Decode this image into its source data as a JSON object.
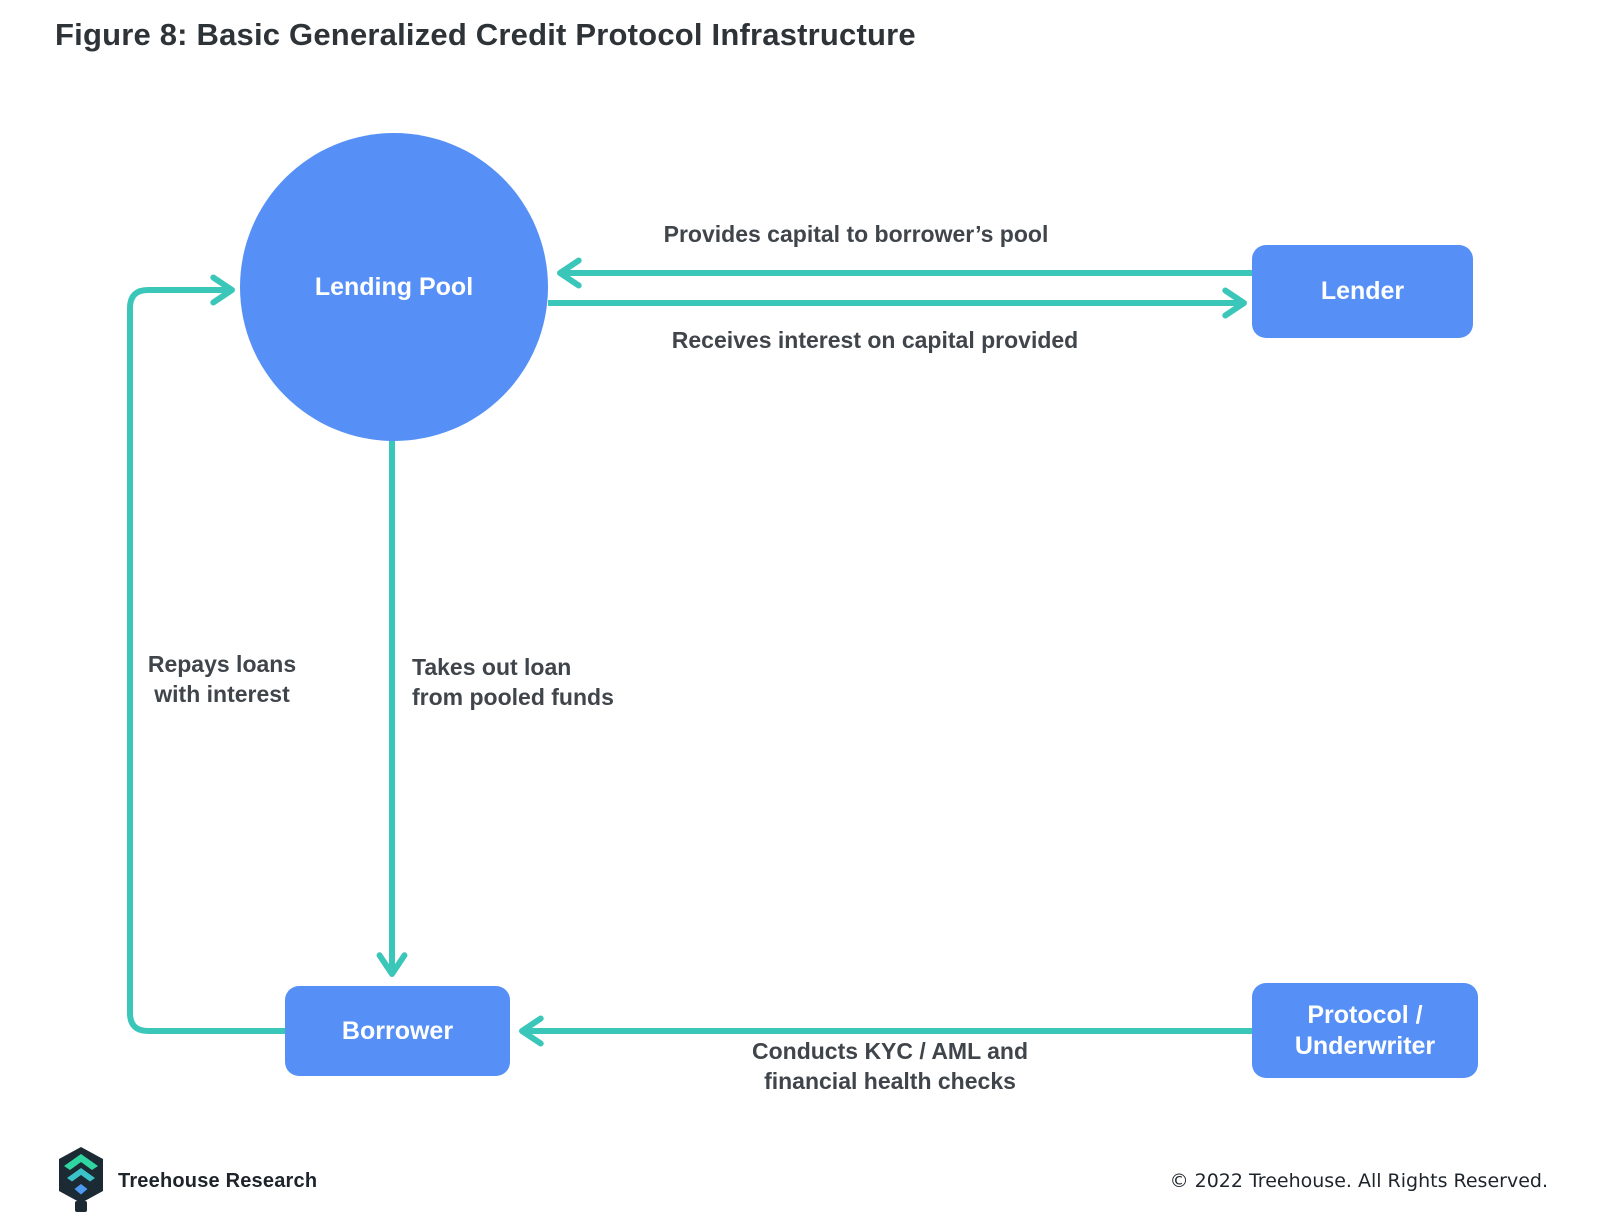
{
  "title": "Figure 8: Basic Generalized Credit Protocol Infrastructure",
  "colors": {
    "node_blue": "#5690F6",
    "arrow_teal": "#3AC6B8",
    "title_text": "#2E3338",
    "label_text": "#3F454B",
    "node_text": "#FFFFFF",
    "background": "#FFFFFF",
    "logo_dark": "#1C2A33",
    "logo_green": "#30D6A2",
    "logo_teal": "#3AC3C9",
    "logo_blue": "#4C9BF0",
    "footer_text": "#1E242B"
  },
  "nodes": {
    "lending_pool": {
      "label": "Lending Pool",
      "shape": "circle"
    },
    "lender": {
      "label": "Lender",
      "shape": "rounded-rect"
    },
    "borrower": {
      "label": "Borrower",
      "shape": "rounded-rect"
    },
    "protocol_underwriter": {
      "label": "Protocol /\nUnderwriter",
      "shape": "rounded-rect"
    }
  },
  "edges": [
    {
      "id": "provides-capital",
      "from": "lender",
      "to": "lending_pool",
      "label": "Provides capital to borrower’s pool"
    },
    {
      "id": "receives-interest",
      "from": "lending_pool",
      "to": "lender",
      "label": "Receives interest on capital provided"
    },
    {
      "id": "takes-out-loan",
      "from": "lending_pool",
      "to": "borrower",
      "label": "Takes out loan\nfrom pooled funds"
    },
    {
      "id": "repays-loans",
      "from": "borrower",
      "to": "lending_pool",
      "label": "Repays loans\nwith interest"
    },
    {
      "id": "kyc-checks",
      "from": "protocol_underwriter",
      "to": "borrower",
      "label": "Conducts KYC / AML and\nfinancial health checks"
    }
  ],
  "footer": {
    "brand": "Treehouse Research",
    "copyright": "© 2022 Treehouse. All Rights Reserved."
  }
}
